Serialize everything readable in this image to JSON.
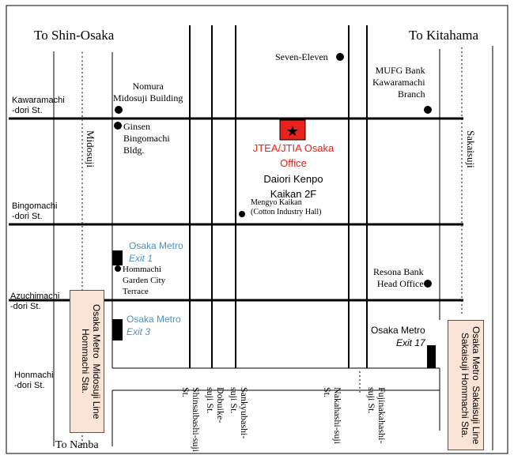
{
  "directions": {
    "north_left": "To Shin-Osaka",
    "north_right": "To Kitahama",
    "south": "To Nanba"
  },
  "streets": {
    "kawaramachi": [
      "Kawaramachi",
      "-dori St."
    ],
    "bingomachi": [
      "Bingomachi",
      "-dori St."
    ],
    "azuchimachi": [
      "Azuchimachi",
      "-dori St."
    ],
    "honmachi": [
      "Honmachi",
      "-dori St."
    ],
    "midosuji": "Midosuji",
    "sakaisuji": "Sakaisuji",
    "shinsaibashi": "Shinsaibashi-suji St.",
    "dobuike": "Dobuike-suji St.",
    "sankyubashi": "Sankyubashi-suji St.",
    "nakahashi": "Nakahashi-suji St.",
    "fujinakahashi": "Fujinakahashi-suji St."
  },
  "landmarks": {
    "seven_eleven": "Seven-Eleven",
    "mufg": [
      "MUFG Bank",
      "Kawaramachi",
      "Branch"
    ],
    "nomura": [
      "Nomura",
      "Midosuji Building"
    ],
    "ginsen": [
      "Ginsen",
      "Bingomachi",
      "Bldg."
    ],
    "mengyo": [
      "Mengyo Kaikan",
      "(Cotton Industry Hall)"
    ],
    "hommachi_garden": [
      "Hommachi",
      "Garden City",
      "Terrace"
    ],
    "resona": [
      "Resona Bank",
      "Head Office"
    ]
  },
  "office": {
    "name": [
      "JTEA/JTIA Osaka",
      "Office"
    ],
    "building": [
      "Daiori Kenpo",
      "Kaikan 2F"
    ],
    "color": "#e8221c"
  },
  "exits": {
    "exit1": {
      "line": "Osaka Metro",
      "exit": "Exit 1"
    },
    "exit3": {
      "line": "Osaka Metro",
      "exit": "Exit 3"
    },
    "exit17": {
      "line": "Osaka Metro",
      "exit": "Exit 17"
    },
    "metro_color": "#4f8fbf"
  },
  "stations": {
    "midosuji_line": "Osaka Metro  Midosuji Line\nHommachi Sta.",
    "sakaisuji_line": "Osaka Metro  Sakaisuji Line\nSakaisuji Hommachi Sta.",
    "fill_color": "#fbe3d6"
  }
}
